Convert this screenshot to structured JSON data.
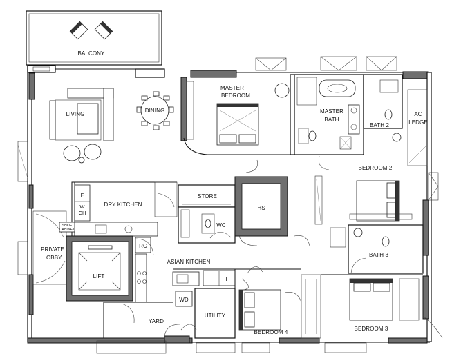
{
  "labels": {
    "balcony": "BALCONY",
    "living": "LIVING",
    "dining": "DINING",
    "master_bedroom_1": "MASTER",
    "master_bedroom_2": "BEDROOM",
    "master_bath_1": "MASTER",
    "master_bath_2": "BATH",
    "bath2": "BATH 2",
    "ac_ledge_1": "AC",
    "ac_ledge_2": "LEDGE",
    "bedroom2": "BEDROOM 2",
    "dry_kitchen": "DRY KITCHEN",
    "store": "STORE",
    "hs": "HS",
    "wc": "WC",
    "private_lobby_1": "PRIVATE",
    "private_lobby_2": "LOBBY",
    "lift": "LIFT",
    "rc": "RC",
    "asian_kitchen": "ASIAN KITCHEN",
    "bath3": "BATH 3",
    "yard": "YARD",
    "utility": "UTILITY",
    "bedroom4": "BEDROOM 4",
    "bedroom3": "BEDROOM 3",
    "wd": "WD",
    "fridge_1": "F",
    "fridge_2": "F",
    "fridge_dry": "F",
    "wine_chiller_1": "W",
    "wine_chiller_2": "CH",
    "shoe_cabinet_1": "SHOE",
    "shoe_cabinet_2": "CABINET"
  }
}
